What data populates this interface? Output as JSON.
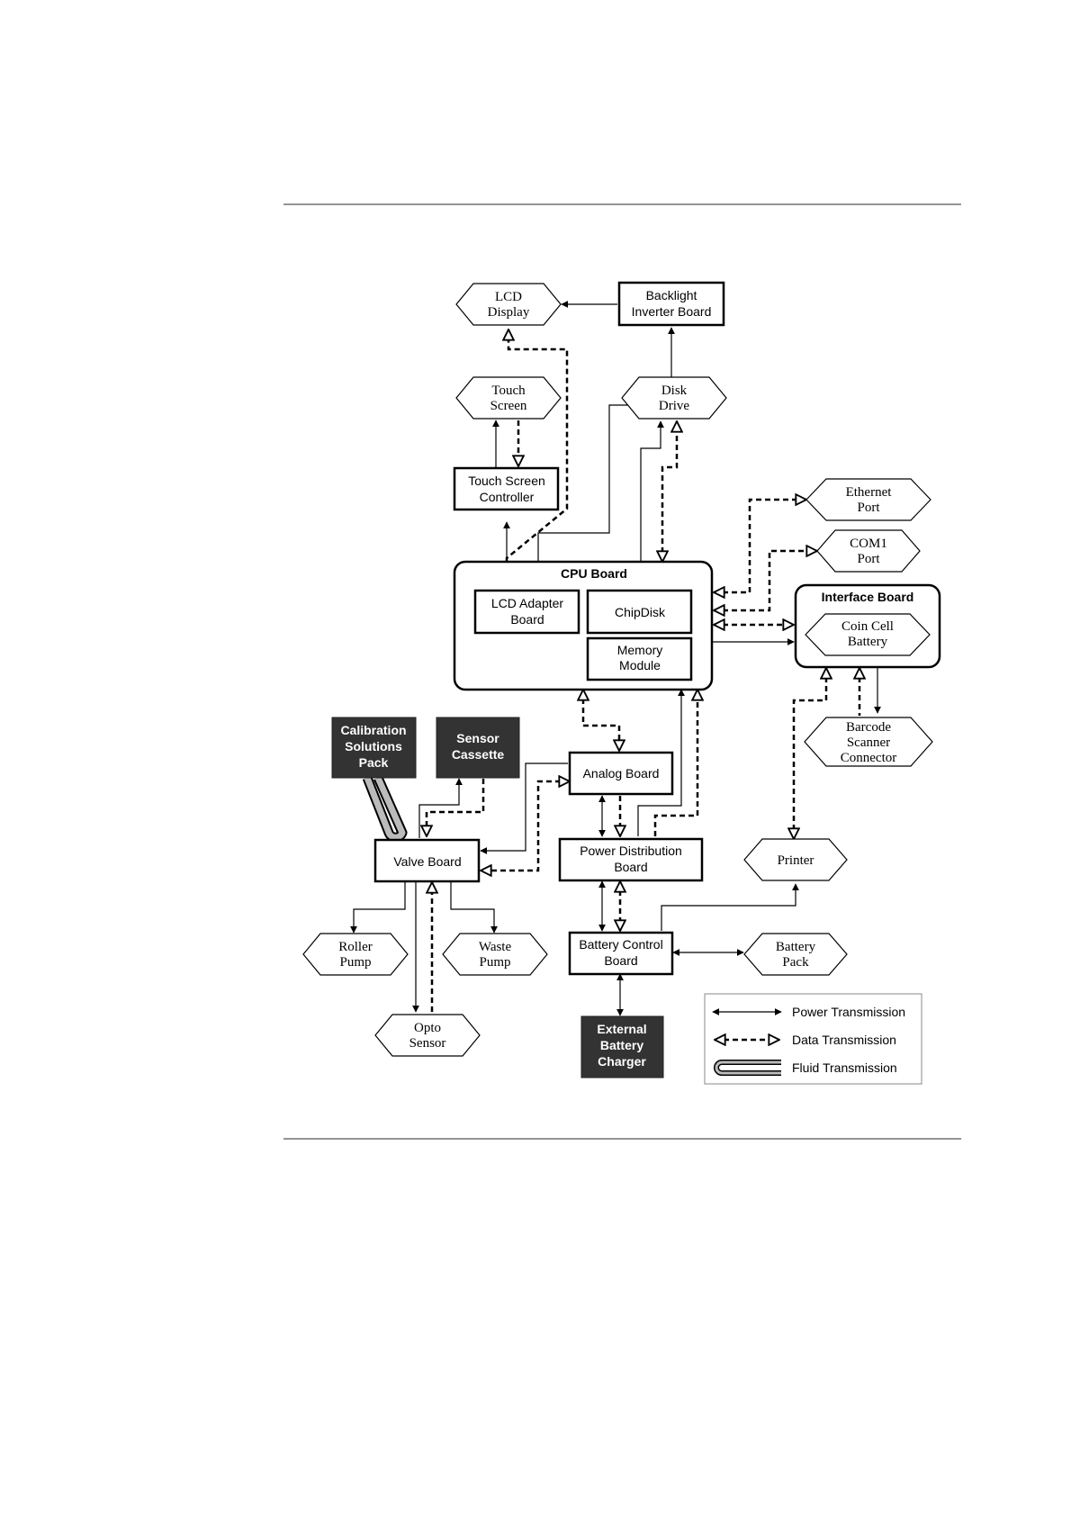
{
  "nodes": {
    "lcd_display": [
      "LCD",
      "Display"
    ],
    "backlight_inverter": [
      "Backlight",
      "Inverter Board"
    ],
    "touch_screen": [
      "Touch",
      "Screen"
    ],
    "disk_drive": [
      "Disk",
      "Drive"
    ],
    "touch_screen_controller": [
      "Touch Screen",
      "Controller"
    ],
    "ethernet_port": [
      "Ethernet",
      "Port"
    ],
    "com1_port": [
      "COM1",
      "Port"
    ],
    "cpu_board": "CPU Board",
    "lcd_adapter_board": [
      "LCD Adapter",
      "Board"
    ],
    "chipdisk": "ChipDisk",
    "memory_module": [
      "Memory",
      "Module"
    ],
    "interface_board": "Interface Board",
    "coin_cell_battery": [
      "Coin Cell",
      "Battery"
    ],
    "barcode_scanner_connector": [
      "Barcode",
      "Scanner",
      "Connector"
    ],
    "calibration_solutions_pack": [
      "Calibration",
      "Solutions",
      "Pack"
    ],
    "sensor_cassette": [
      "Sensor",
      "Cassette"
    ],
    "analog_board": "Analog Board",
    "valve_board": "Valve Board",
    "power_distribution_board": [
      "Power Distribution",
      "Board"
    ],
    "printer": "Printer",
    "roller_pump": [
      "Roller",
      "Pump"
    ],
    "waste_pump": [
      "Waste",
      "Pump"
    ],
    "battery_control_board": [
      "Battery Control",
      "Board"
    ],
    "battery_pack": [
      "Battery",
      "Pack"
    ],
    "opto_sensor": [
      "Opto",
      "Sensor"
    ],
    "external_battery_charger": [
      "External",
      "Battery",
      "Charger"
    ]
  },
  "legend": {
    "power": "Power Transmission",
    "data": "Data Transmission",
    "fluid": "Fluid Transmission"
  }
}
